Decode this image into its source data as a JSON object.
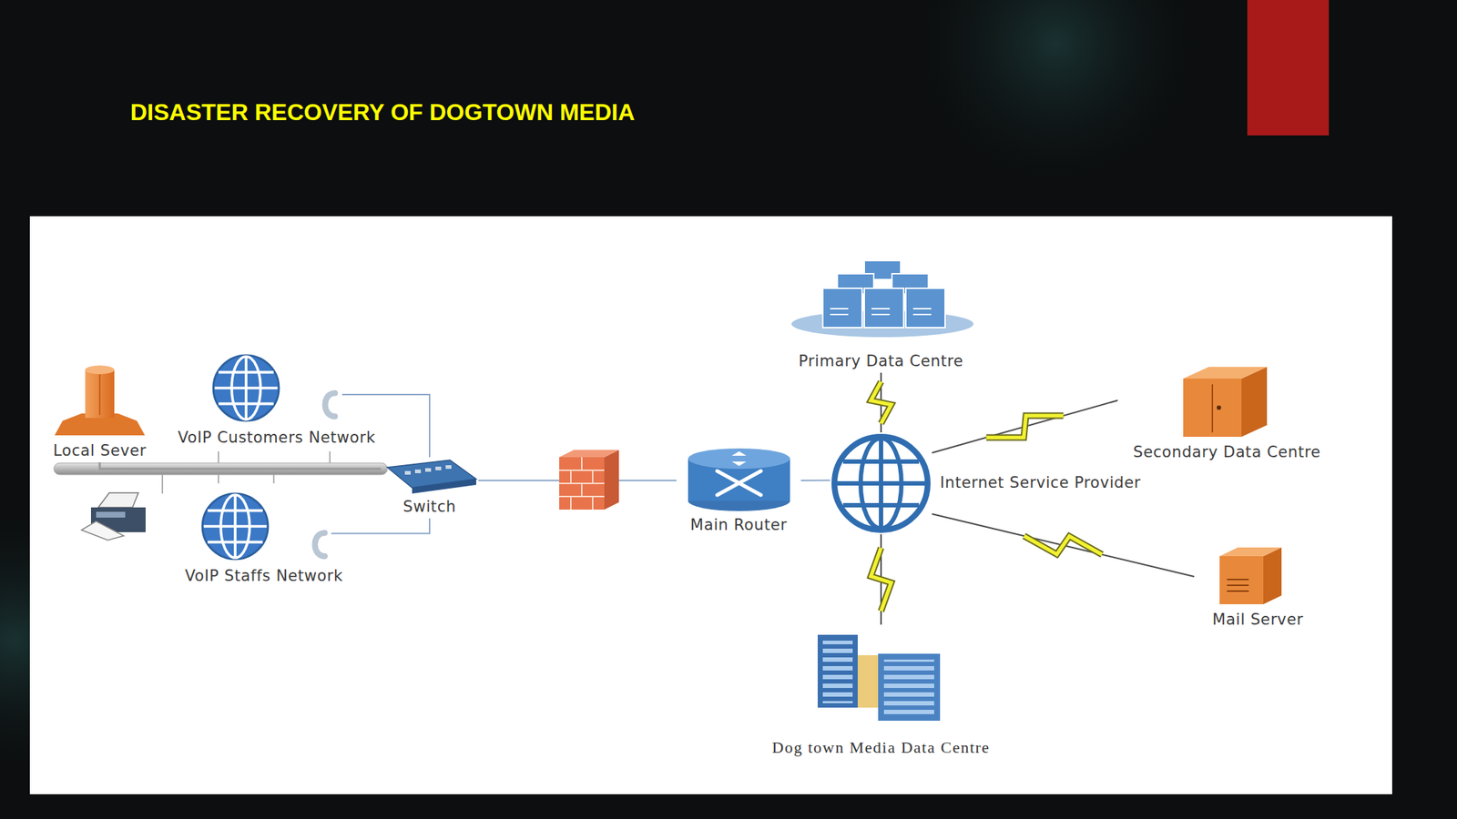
{
  "diagram": {
    "title": "DISASTER RECOVERY OF DOGTOWN MEDIA",
    "nodes": [
      {
        "text": [
          "Local Sever"
        ]
      },
      {
        "text": [
          "VoIP Customers Network"
        ]
      },
      {
        "text": [
          "VoIP Staffs Network"
        ]
      },
      {
        "text": [
          "Switch"
        ]
      },
      {
        "text": [
          "Main Router"
        ]
      },
      {
        "text": [
          "Internet Service Provider"
        ]
      },
      {
        "text": [
          "Primary Data Centre"
        ]
      },
      {
        "text": [
          "Secondary Data Centre"
        ]
      },
      {
        "text": [
          "Mail Server"
        ]
      },
      {
        "text": [
          "Dog town Media Data Centre"
        ]
      }
    ],
    "edges": [
      {
        "from": 0,
        "to": 3,
        "arrow": "none"
      },
      {
        "from": 3,
        "to": 1,
        "arrow": "none"
      },
      {
        "from": 3,
        "to": 2,
        "arrow": "none"
      },
      {
        "from": 3,
        "to": 4,
        "arrow": "none"
      },
      {
        "from": 4,
        "to": 5,
        "arrow": "none"
      },
      {
        "from": 5,
        "to": 6,
        "arrow": "none"
      },
      {
        "from": 5,
        "to": 7,
        "arrow": "none"
      },
      {
        "from": 5,
        "to": 8,
        "arrow": "none"
      },
      {
        "from": 5,
        "to": 9,
        "arrow": "none"
      }
    ]
  }
}
